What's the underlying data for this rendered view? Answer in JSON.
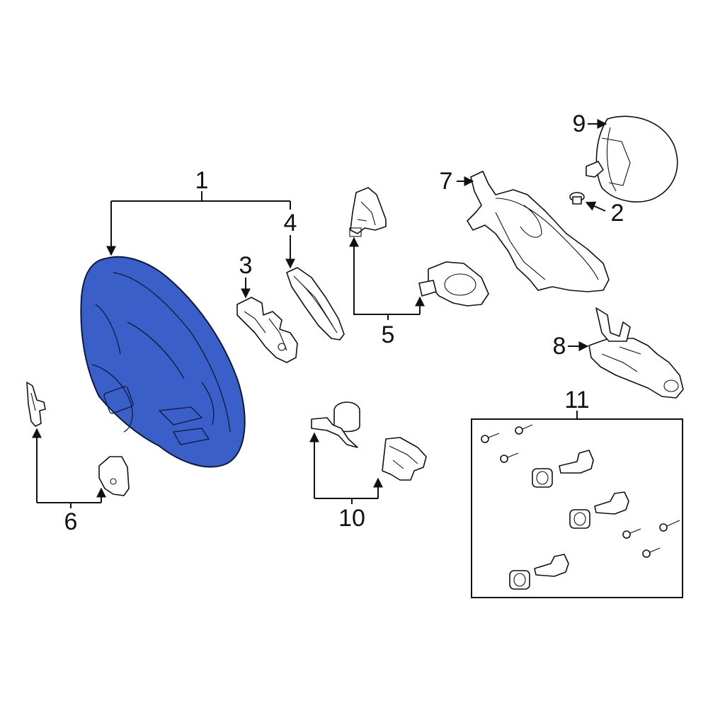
{
  "diagram": {
    "highlight_color": "#3a5fc8",
    "line_color": "#111111",
    "callouts": [
      {
        "id": "1",
        "label": "1"
      },
      {
        "id": "2",
        "label": "2"
      },
      {
        "id": "3",
        "label": "3"
      },
      {
        "id": "4",
        "label": "4"
      },
      {
        "id": "5",
        "label": "5"
      },
      {
        "id": "6",
        "label": "6"
      },
      {
        "id": "7",
        "label": "7"
      },
      {
        "id": "8",
        "label": "8"
      },
      {
        "id": "9",
        "label": "9"
      },
      {
        "id": "10",
        "label": "10"
      },
      {
        "id": "11",
        "label": "11"
      }
    ]
  }
}
